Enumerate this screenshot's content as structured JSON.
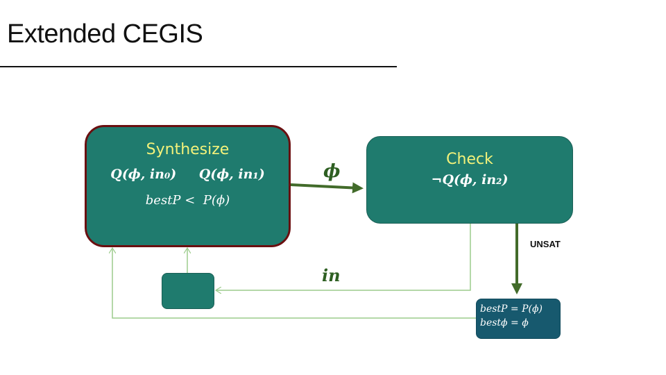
{
  "title": "Extended CEGIS",
  "synthesize": {
    "heading": "Synthesize",
    "constraint_0": "Q(ϕ, in₀)",
    "constraint_1": "Q(ϕ, in₁)",
    "objective": "bestP <  P(ϕ)"
  },
  "check": {
    "heading": "Check",
    "formula": "¬Q(ϕ, in₂)"
  },
  "edges": {
    "phi_label": "ϕ",
    "in_label": "in",
    "unsat_label": "UNSAT"
  },
  "result": {
    "line1": "bestP = P(ϕ)",
    "line2": "bestϕ = ϕ"
  },
  "colors": {
    "box_fill": "#1f7b6e",
    "result_fill": "#17596e",
    "thick_arrow": "#426b2a",
    "thin_arrow": "#9ccc8c",
    "synth_border": "#6b0f10"
  }
}
